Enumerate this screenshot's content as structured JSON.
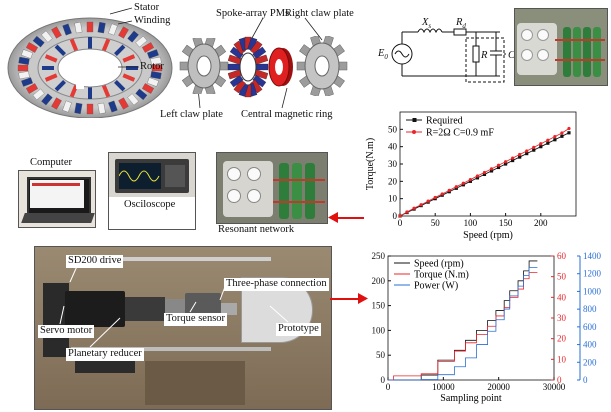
{
  "motor_diagram": {
    "stator": "Stator",
    "winding": "Winding",
    "rotor": "Rotor",
    "spoke_pms": "Spoke-array PMs",
    "right_claw": "Right claw plate",
    "left_claw": "Left claw plate",
    "central_ring": "Central magnetic ring"
  },
  "circuit": {
    "source": "E",
    "source_sub": "0",
    "inductor": "X",
    "inductor_sub": "s",
    "resistor_series": "R",
    "resistor_series_sub": "d",
    "resistor": "R",
    "capacitor": "C"
  },
  "photos": {
    "computer": "Computer",
    "oscilloscope": "Osciloscope",
    "resonant_network": "Resonant network",
    "sd200": "SD200 drive",
    "three_phase": "Three-phase connection",
    "servo_motor": "Servo motor",
    "torque_sensor": "Torque sensor",
    "prototype": "Prototype",
    "planetary_reducer": "Planetary reducer"
  },
  "chart_data": [
    {
      "type": "line",
      "xlabel": "Speed (rpm)",
      "ylabel": "Torque(N.m)",
      "xlim": [
        0,
        250
      ],
      "ylim": [
        0,
        60
      ],
      "xticks": [
        0,
        50,
        100,
        150,
        200
      ],
      "yticks": [
        0,
        10,
        20,
        30,
        40,
        50
      ],
      "legend_position": "top-left",
      "series": [
        {
          "name": "Required",
          "color": "#111111",
          "marker": "square",
          "x": [
            0,
            10,
            20,
            30,
            40,
            50,
            60,
            70,
            80,
            90,
            100,
            110,
            120,
            130,
            140,
            150,
            160,
            170,
            180,
            190,
            200,
            210,
            220,
            230,
            240
          ],
          "y": [
            0,
            2.0,
            4.0,
            6.0,
            8.0,
            10.0,
            12.0,
            14.0,
            16.0,
            18.0,
            20.0,
            22.0,
            24.0,
            26.0,
            28.0,
            30.0,
            32.0,
            34.0,
            36.0,
            38.0,
            40.0,
            42.0,
            44.0,
            46.0,
            48.0
          ]
        },
        {
          "name": "R=2Ω C=0.9 mF",
          "color": "#e8262a",
          "marker": "circle",
          "x": [
            0,
            10,
            20,
            30,
            40,
            50,
            60,
            70,
            80,
            90,
            100,
            110,
            120,
            130,
            140,
            150,
            160,
            170,
            180,
            190,
            200,
            210,
            220,
            230,
            240
          ],
          "y": [
            0,
            2.3,
            4.5,
            6.5,
            8.6,
            10.7,
            12.7,
            14.8,
            16.9,
            18.9,
            21.0,
            23.1,
            25.1,
            27.2,
            29.3,
            31.3,
            33.4,
            35.5,
            37.5,
            39.6,
            41.7,
            43.7,
            45.8,
            47.9,
            50.5
          ]
        }
      ]
    },
    {
      "type": "line",
      "xlabel": "Sampling point",
      "xlim": [
        0,
        30000
      ],
      "xticks": [
        0,
        10000,
        20000,
        30000
      ],
      "legend_position": "top-left",
      "axes": [
        {
          "side": "left",
          "range": [
            0,
            250
          ],
          "ticks": [
            0,
            50,
            100,
            150,
            200,
            250
          ],
          "color": "#111111"
        },
        {
          "side": "right-1",
          "range": [
            0,
            60
          ],
          "ticks": [
            0,
            10,
            20,
            30,
            40,
            50,
            60
          ],
          "color": "#e8262a"
        },
        {
          "side": "right-2",
          "range": [
            0,
            1400
          ],
          "ticks": [
            0,
            200,
            400,
            600,
            800,
            1000,
            1200,
            1400
          ],
          "color": "#2a6fd6"
        }
      ],
      "series": [
        {
          "name": "Speed (rpm)",
          "color": "#111111",
          "axis": 0,
          "x": [
            0,
            6000,
            6000,
            9000,
            9000,
            12000,
            12000,
            14000,
            14000,
            16000,
            16000,
            18000,
            18000,
            19500,
            19500,
            21000,
            21000,
            22000,
            22000,
            23500,
            23500,
            24500,
            24500,
            25500,
            25500,
            27000
          ],
          "y": [
            0,
            0,
            10,
            10,
            40,
            40,
            60,
            60,
            80,
            80,
            100,
            100,
            120,
            120,
            140,
            140,
            160,
            160,
            180,
            180,
            200,
            200,
            220,
            220,
            240,
            240
          ]
        },
        {
          "name": "Torque (N.m)",
          "color": "#e8262a",
          "axis": 1,
          "x": [
            0,
            1000,
            1000,
            6000,
            6000,
            9000,
            9000,
            12000,
            12000,
            14000,
            14000,
            16000,
            16000,
            18000,
            18000,
            19500,
            19500,
            21000,
            21000,
            22000,
            22000,
            23500,
            23500,
            24500,
            24500,
            25500,
            25500,
            27000
          ],
          "y": [
            0,
            0,
            2,
            2,
            3,
            3,
            9,
            9,
            14,
            14,
            18,
            18,
            22,
            22,
            26,
            26,
            31,
            31,
            35,
            35,
            40,
            40,
            44,
            44,
            49,
            49,
            52,
            52
          ]
        },
        {
          "name": "Power (W)",
          "color": "#2a6fd6",
          "axis": 2,
          "x": [
            0,
            6000,
            6000,
            9000,
            9000,
            12000,
            12000,
            14000,
            14000,
            16000,
            16000,
            18000,
            18000,
            19500,
            19500,
            21000,
            21000,
            22000,
            22000,
            23500,
            23500,
            24500,
            24500,
            25500,
            25500,
            27000
          ],
          "y": [
            0,
            0,
            5,
            5,
            60,
            60,
            150,
            150,
            250,
            250,
            400,
            400,
            550,
            550,
            680,
            680,
            800,
            800,
            950,
            950,
            1060,
            1060,
            1180,
            1180,
            1270,
            1270
          ]
        }
      ]
    }
  ]
}
